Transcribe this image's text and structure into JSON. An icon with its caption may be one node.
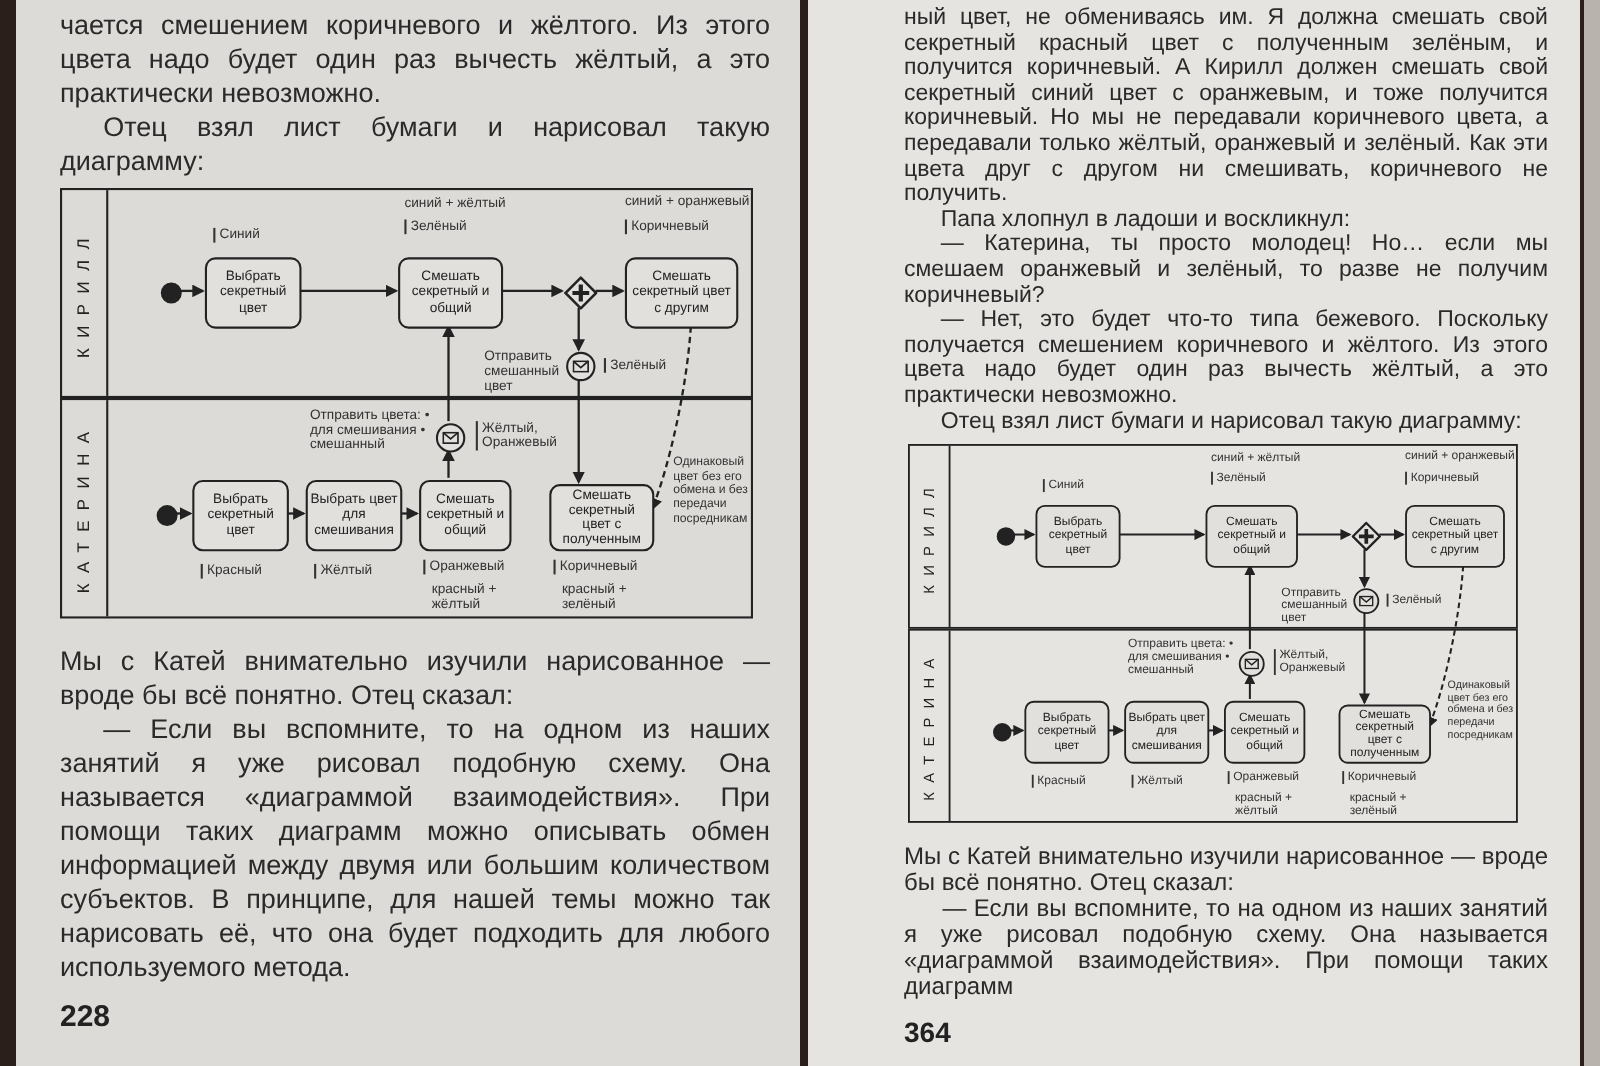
{
  "diagram": {
    "nodes": [
      {
        "text": [
          "КИРИЛЛ"
        ]
      },
      {
        "text": [
          "КАТЕРИНА"
        ]
      },
      {
        "text": [],
        "shape": "circle",
        "in": 0
      },
      {
        "text": [
          "Выбрать секретный цвет"
        ],
        "beside": [
          "Синий"
        ],
        "in": 0
      },
      {
        "text": [
          "Смешать секретный и общий"
        ],
        "beside": [
          "синий + жёлтый",
          "Зелёный"
        ],
        "in": 0
      },
      {
        "text": [],
        "shape": "diamond",
        "in": 0
      },
      {
        "text": [
          "Смешать секретный цвет с другим"
        ],
        "beside": [
          "синий + оранжевый",
          "Коричневый"
        ],
        "in": 0
      },
      {
        "text": [],
        "shape": "circle",
        "beside": [
          "Отправить смешанный цвет",
          "Зелёный"
        ],
        "in": 0
      },
      {
        "text": [],
        "shape": "circle",
        "in": 1
      },
      {
        "text": [
          "Выбрать секретный цвет"
        ],
        "beside": [
          "Красный"
        ],
        "in": 1
      },
      {
        "text": [
          "Выбрать цвет для смешивания"
        ],
        "beside": [
          "Жёлтый"
        ],
        "in": 1
      },
      {
        "text": [
          "Смешать секретный и общий"
        ],
        "beside": [
          "Оранжевый",
          "красный + жёлтый"
        ],
        "in": 1
      },
      {
        "text": [],
        "shape": "circle",
        "beside": [
          "Отправить цвета: • для смешивания • смешанный",
          "Жёлтый, Оранжевый"
        ],
        "in": 1
      },
      {
        "text": [
          "Смешать секретный цвет с полученным"
        ],
        "beside": [
          "Коричневый",
          "красный + зелёный"
        ],
        "in": 1
      },
      {
        "text": [
          "КИРИЛЛ"
        ]
      },
      {
        "text": [
          "КАТЕРИНА"
        ]
      },
      {
        "text": [],
        "shape": "circle",
        "in": 14
      },
      {
        "text": [
          "Выбрать секретный цвет"
        ],
        "beside": [
          "Синий"
        ],
        "in": 14
      },
      {
        "text": [
          "Смешать секретный и общий"
        ],
        "beside": [
          "синий + жёлтый",
          "Зелёный"
        ],
        "in": 14
      },
      {
        "text": [],
        "shape": "diamond",
        "in": 14
      },
      {
        "text": [
          "Смешать секретный цвет с другим"
        ],
        "beside": [
          "синий + оранжевый",
          "Коричневый"
        ],
        "in": 14
      },
      {
        "text": [],
        "shape": "circle",
        "beside": [
          "Отправить смешанный цвет",
          "Зелёный"
        ],
        "in": 14
      },
      {
        "text": [],
        "shape": "circle",
        "in": 15
      },
      {
        "text": [
          "Выбрать секретный цвет"
        ],
        "beside": [
          "Красный"
        ],
        "in": 15
      },
      {
        "text": [
          "Выбрать цвет для смешивания"
        ],
        "beside": [
          "Жёлтый"
        ],
        "in": 15
      },
      {
        "text": [
          "Смешать секретный и общий"
        ],
        "beside": [
          "Оранжевый",
          "красный + жёлтый"
        ],
        "in": 15
      },
      {
        "text": [],
        "shape": "circle",
        "beside": [
          "Отправить цвета: • для смешивания • смешанный",
          "Жёлтый, Оранжевый"
        ],
        "in": 15
      },
      {
        "text": [
          "Смешать секретный цвет с полученным"
        ],
        "beside": [
          "Коричневый",
          "красный + зелёный"
        ],
        "in": 15
      }
    ],
    "edges": [
      {
        "from": 2,
        "to": 3,
        "arrow": "to"
      },
      {
        "from": 3,
        "to": 4,
        "arrow": "to"
      },
      {
        "from": 4,
        "to": 5,
        "arrow": "to"
      },
      {
        "from": 5,
        "to": 6,
        "arrow": "to"
      },
      {
        "from": 5,
        "to": 7,
        "arrow": "to"
      },
      {
        "from": 7,
        "to": 13,
        "arrow": "to"
      },
      {
        "from": 8,
        "to": 9,
        "arrow": "to"
      },
      {
        "from": 9,
        "to": 10,
        "arrow": "to"
      },
      {
        "from": 10,
        "to": 11,
        "arrow": "to"
      },
      {
        "from": 11,
        "to": 12,
        "arrow": "to"
      },
      {
        "from": 12,
        "to": 4,
        "arrow": "to"
      },
      {
        "from": 6,
        "to": 13,
        "arrow": "to",
        "style": "dashed"
      },
      {
        "from": 16,
        "to": 17,
        "arrow": "to"
      },
      {
        "from": 17,
        "to": 18,
        "arrow": "to"
      },
      {
        "from": 18,
        "to": 19,
        "arrow": "to"
      },
      {
        "from": 19,
        "to": 20,
        "arrow": "to"
      },
      {
        "from": 19,
        "to": 21,
        "arrow": "to"
      },
      {
        "from": 21,
        "to": 27,
        "arrow": "to"
      },
      {
        "from": 22,
        "to": 23,
        "arrow": "to"
      },
      {
        "from": 23,
        "to": 24,
        "arrow": "to"
      },
      {
        "from": 24,
        "to": 25,
        "arrow": "to"
      },
      {
        "from": 25,
        "to": 26,
        "arrow": "to"
      },
      {
        "from": 26,
        "to": 18,
        "arrow": "to"
      },
      {
        "from": 20,
        "to": 27,
        "arrow": "to",
        "style": "dashed"
      }
    ],
    "labels": [
      "чается смешением коричневого и жёлтого. Из этого цвета надо будет один раз вычесть жёлтый, а это практически невозможно.",
      "Отец взял лист бумаги и нарисовал такую диаграмму:",
      "Одинаковый цвет без его обмена и без передачи посредникам",
      "Мы с Катей внимательно изучили нарисованное — вроде бы всё понятно. Отец сказал:",
      "— Если вы вспомните, то на одном из наших занятий я уже рисовал подобную схему. Она называется «диаграммой взаимодействия». При помощи таких диаграмм можно описывать обмен информацией между двумя или большим количеством субъектов. В принципе, для нашей темы можно так нарисовать её, что она будет подходить для любого используемого метода.",
      "228",
      "ный цвет, не обмениваясь им. Я должна смешать свой секретный красный цвет с полученным зелёным, и получится коричневый. А Кирилл должен смешать свой секретный синий цвет с оранжевым, и тоже получится коричневый. Но мы не передавали коричневого цвета, а передавали только жёлтый, оранжевый и зелёный. Как эти цвета друг с другом ни смешивать, коричневого не получить.",
      "Папа хлопнул в ладоши и воскликнул:",
      "— Катерина, ты просто молодец! Но… если мы смешаем оранжевый и зелёный, то разве не получим коричневый?",
      "— Нет, это будет что-то типа бежевого. Поскольку получается смешением коричневого и жёлтого. Из этого цвета надо будет один раз вычесть жёлтый, а это практически невозможно.",
      "Отец взял лист бумаги и нарисовал такую диаграмму:",
      "Одинаковый цвет без его обмена и без передачи посредникам",
      "Мы с Катей внимательно изучили нарисованное — вроде бы всё понятно. Отец сказал:",
      "— Если вы вспомните, то на одном из наших занятий я уже рисовал подобную схему. Она называется «диаграммой взаимодействия». При помощи таких диаграмм",
      "364"
    ]
  }
}
